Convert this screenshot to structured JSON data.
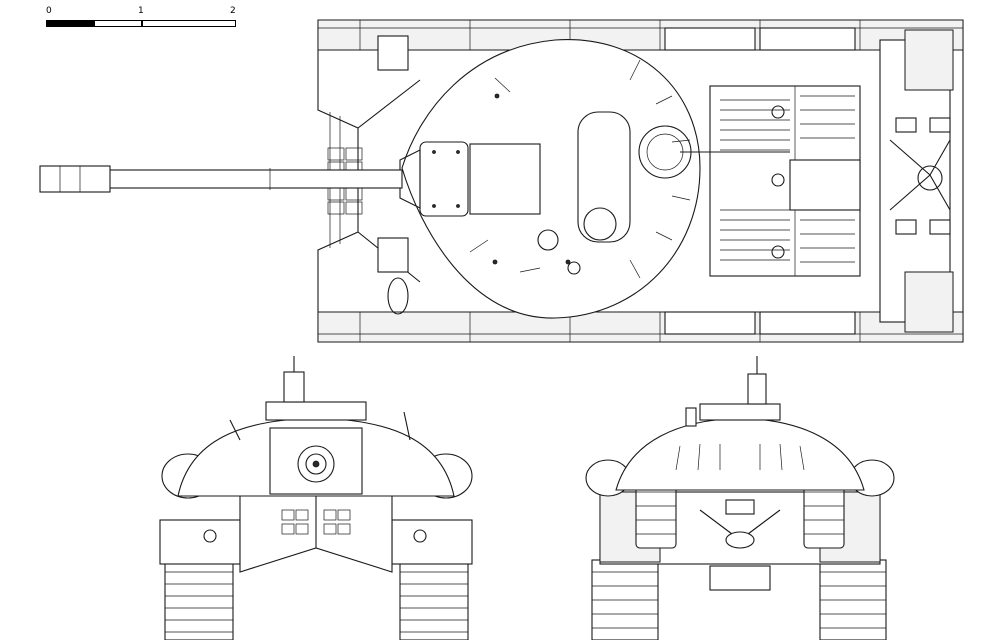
{
  "scale": {
    "ticks": [
      "0",
      "1",
      "2"
    ]
  }
}
